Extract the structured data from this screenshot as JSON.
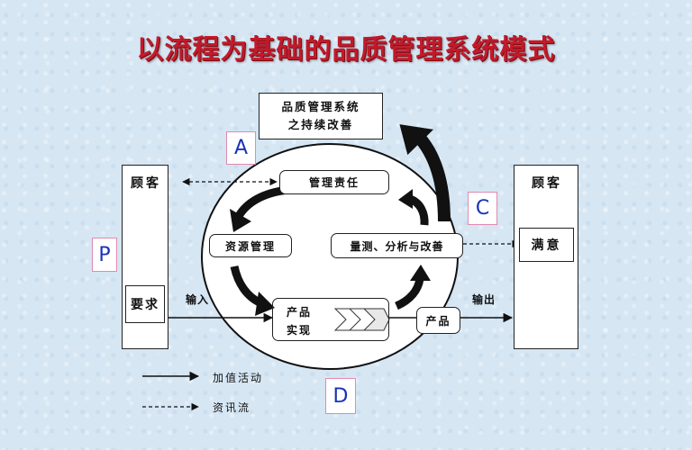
{
  "title": "以流程为基础的品质管理系统模式",
  "improvement": {
    "line1": "品质管理系统",
    "line2": "之持续改善"
  },
  "pdca": {
    "p": "P",
    "a": "A",
    "c": "C",
    "d": "D"
  },
  "customer_left": {
    "label": "顾客",
    "requirements": "要求"
  },
  "customer_right": {
    "label": "顾客",
    "satisfaction": "满意"
  },
  "processes": {
    "management": "管理责任",
    "resource": "资源管理",
    "measurement": "量测、分析与改善",
    "realization_line1": "产品",
    "realization_line2": "实现",
    "product": "产品"
  },
  "flow": {
    "input": "输入",
    "output": "输出"
  },
  "legend": {
    "value": "加值活动",
    "info": "资讯流"
  }
}
